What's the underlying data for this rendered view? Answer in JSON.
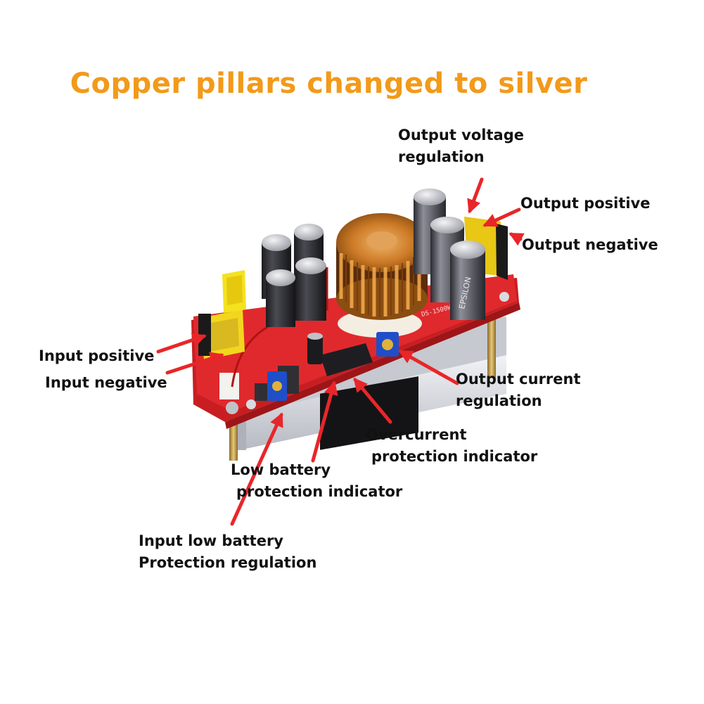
{
  "title": "Copper pillars changed to silver",
  "colors": {
    "title": "#f29a1a",
    "arrow": "#e8262a",
    "board": "#d8262a",
    "heatsink": "#d9dbe0",
    "coil": "#c9761f",
    "capacitor": "#2b2b2e",
    "fuse": "#f2df1e",
    "pillar": "#c8a04a"
  },
  "labels": {
    "output_voltage": {
      "line1": "Output voltage",
      "line2": "regulation"
    },
    "output_positive": {
      "line1": "Output  positive"
    },
    "output_negative": {
      "line1": "Output negative"
    },
    "input_positive": {
      "line1": "Input positive"
    },
    "input_negative": {
      "line1": "Input negative"
    },
    "output_current": {
      "line1": "Output current",
      "line2": "regulation"
    },
    "overcurrent": {
      "line1": "Overcurrent",
      "line2": "protection indicator"
    },
    "low_battery": {
      "line1": "Low battery",
      "line2": "protection indicator"
    },
    "input_low_battery": {
      "line1": "Input low battery",
      "line2": "Protection regulation"
    }
  },
  "silkscreen": {
    "capacitor_text": "EPSILON",
    "board_text": "DS-1500W"
  },
  "icons": [
    "arrow-icon"
  ]
}
